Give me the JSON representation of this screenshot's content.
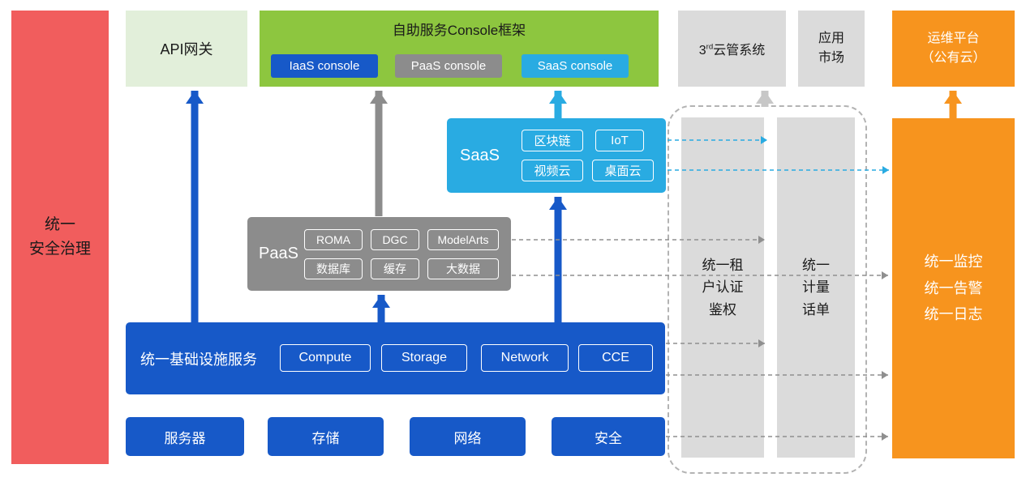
{
  "colors": {
    "red": "#F15D5D",
    "pale_green": "#E2EFDA",
    "green": "#8DC63F",
    "blue": "#1759C8",
    "gray": "#8C8C8C",
    "light_gray": "#DBDBDB",
    "cyan": "#29ABE2",
    "orange": "#F7941E"
  },
  "security_bar": {
    "label": "统一\n安全治理"
  },
  "api_gateway": {
    "label": "API网关"
  },
  "console_frame": {
    "title": "自助服务Console框架",
    "buttons": [
      {
        "label": "IaaS console"
      },
      {
        "label": "PaaS console"
      },
      {
        "label": "SaaS console"
      }
    ]
  },
  "third_cloud": {
    "prefix": "3",
    "sup": "rd",
    "rest": "云管系统"
  },
  "app_market": {
    "label": "应用\n市场"
  },
  "ops_platform": {
    "label": "运维平台\n（公有云）"
  },
  "saas": {
    "label": "SaaS",
    "chips": [
      "区块链",
      "IoT",
      "视频云",
      "桌面云"
    ]
  },
  "paas": {
    "label": "PaaS",
    "chips": [
      "ROMA",
      "DGC",
      "ModelArts",
      "数据库",
      "缓存",
      "大数据"
    ]
  },
  "infrastructure": {
    "label": "统一基础设施服务",
    "chips": [
      "Compute",
      "Storage",
      "Network",
      "CCE"
    ]
  },
  "hardware": [
    "服务器",
    "存储",
    "网络",
    "安全"
  ],
  "tenant_auth": {
    "label": "统一租\n户认证\n鉴权"
  },
  "metering": {
    "label": "统一\n计量\n话单"
  },
  "monitoring": {
    "label": "统一监控\n统一告警\n统一日志"
  }
}
